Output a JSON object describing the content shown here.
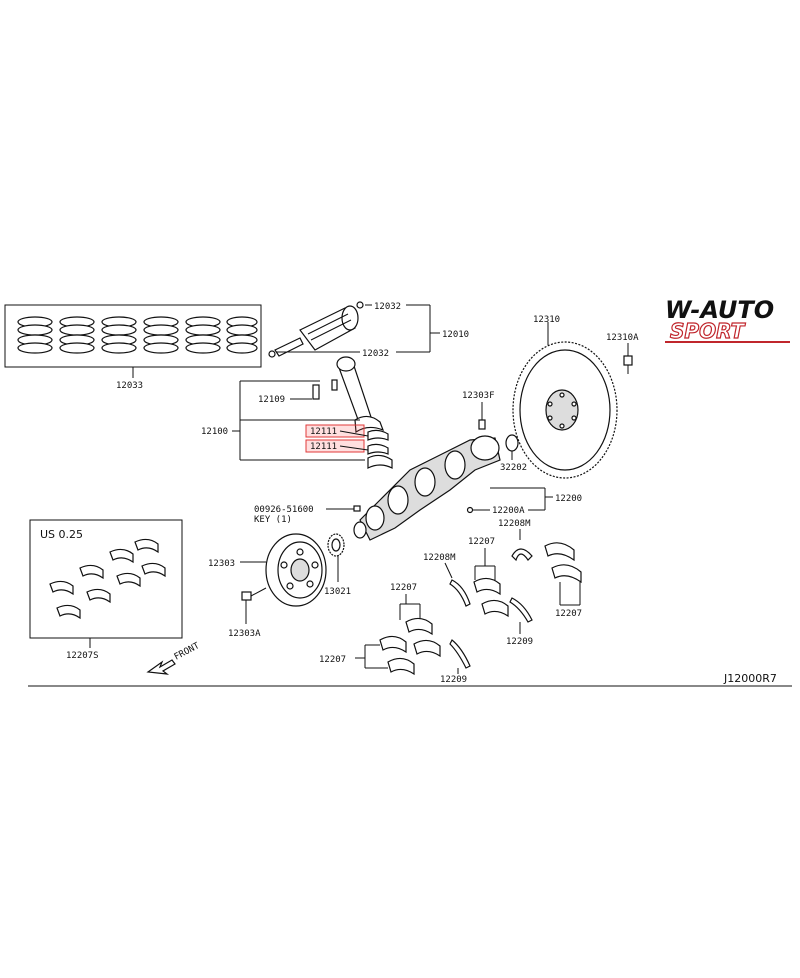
{
  "logo": {
    "line1": "W-AUTO",
    "line2": "SPORT",
    "color_dark": "#111111",
    "color_red": "#c0262c"
  },
  "diagram_code": "J12000R7",
  "undersize_label": "US 0.25",
  "front_label": "FRONT",
  "key_label": "KEY (1)",
  "colors": {
    "line": "#111111",
    "highlight": "#e03a3a"
  },
  "labels": {
    "ring_set": "12033",
    "piston_pin_a": "12032",
    "piston_pin_b": "12032",
    "piston": "12010",
    "rod_bolt": "12109",
    "rod_assy": "12100",
    "rod_bearing_a": "12111",
    "rod_bearing_b": "12111",
    "flywheel": "12310",
    "flywheel_bolt": "12310A",
    "pilot_pin": "12303F",
    "pilot_bushing": "32202",
    "crankshaft": "12200",
    "crank_plug": "12200A",
    "key_part": "00926-51600",
    "main_bearing_set": "12207S",
    "pulley": "12303",
    "pulley_bolt": "12303A",
    "sprocket": "13021",
    "main_bearing_a": "12207",
    "main_bearing_b": "12207",
    "main_bearing_c": "12207",
    "main_bearing_d": "12207",
    "thrust_washer_a": "12208M",
    "thrust_washer_b": "12208M",
    "thrust_washer_c": "12209",
    "thrust_washer_d": "12209"
  }
}
